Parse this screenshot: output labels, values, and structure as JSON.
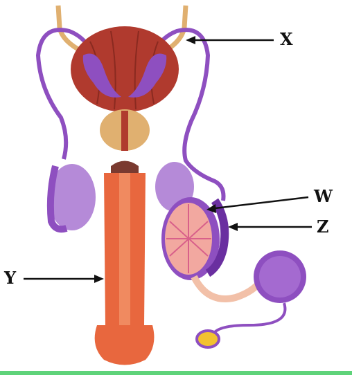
{
  "labels": {
    "x": "X",
    "w": "W",
    "z": "Z",
    "y": "Y"
  },
  "colors": {
    "bladder": "#b03a2e",
    "purple": "#8e4fc0",
    "light_purple": "#b58ad8",
    "tan": "#e0b070",
    "shaft": "#e8673e",
    "testis_fill": "#f2a8a0",
    "sperm_head": "#f2c230"
  }
}
